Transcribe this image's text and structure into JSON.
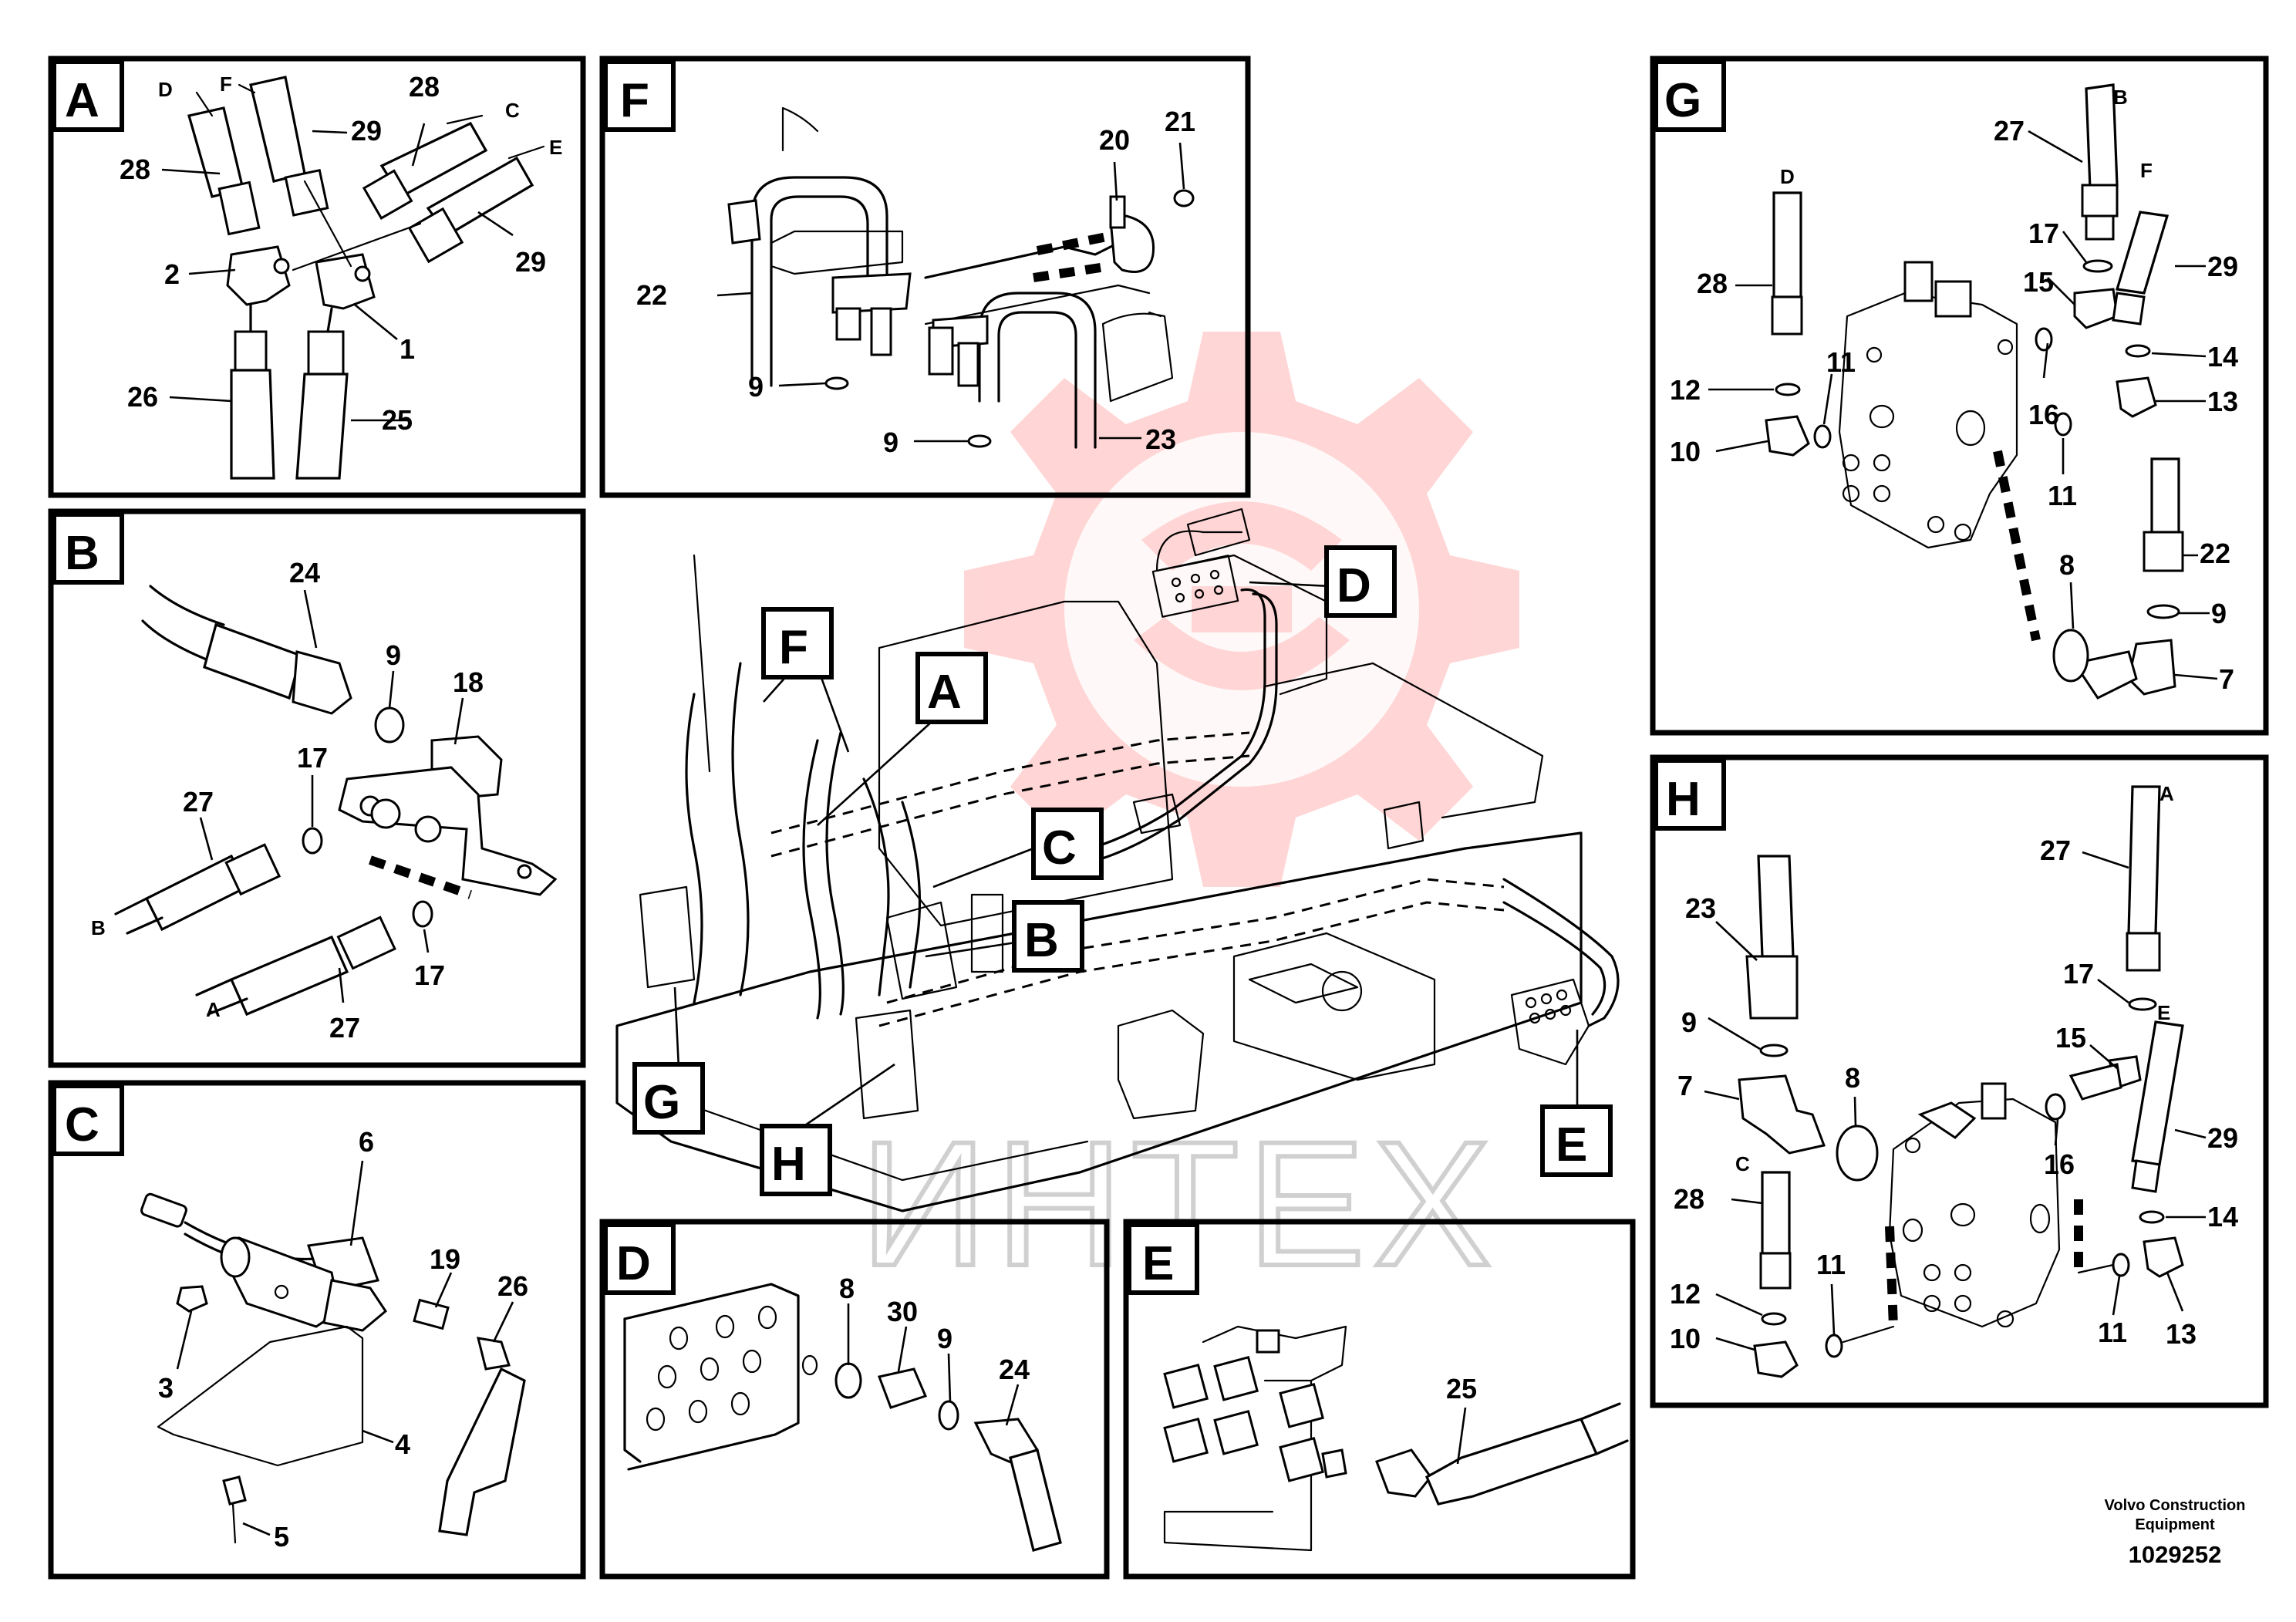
{
  "watermark": {
    "text": "ИНТЕХ",
    "color": "#ff6b6b"
  },
  "footer": {
    "brand_line1": "Volvo Construction",
    "brand_line2": "Equipment",
    "part_number": "1029252"
  },
  "panels": {
    "A": {
      "label": "A",
      "parts": [
        "28",
        "29",
        "28",
        "29",
        "2",
        "1",
        "26",
        "25"
      ],
      "hose_ends": [
        "D",
        "F",
        "C",
        "E"
      ]
    },
    "B": {
      "label": "B",
      "parts": [
        "24",
        "9",
        "18",
        "17",
        "27",
        "17",
        "27"
      ],
      "hose_ends": [
        "B",
        "A"
      ]
    },
    "C": {
      "label": "C",
      "parts": [
        "6",
        "19",
        "26",
        "3",
        "4",
        "5"
      ]
    },
    "D": {
      "label": "D",
      "parts": [
        "8",
        "30",
        "9",
        "24"
      ]
    },
    "E": {
      "label": "E",
      "parts": [
        "25"
      ]
    },
    "F": {
      "label": "F",
      "parts": [
        "20",
        "21",
        "22",
        "9",
        "9",
        "23"
      ]
    },
    "G": {
      "label": "G",
      "parts": [
        "27",
        "17",
        "15",
        "28",
        "11",
        "12",
        "10",
        "16",
        "11",
        "29",
        "14",
        "13",
        "22",
        "8",
        "9",
        "7"
      ],
      "hose_ends": [
        "B",
        "D",
        "F"
      ]
    },
    "H": {
      "label": "H",
      "parts": [
        "23",
        "27",
        "9",
        "7",
        "8",
        "17",
        "15",
        "28",
        "12",
        "10",
        "11",
        "16",
        "11",
        "29",
        "14",
        "13"
      ],
      "hose_ends": [
        "A",
        "C",
        "E"
      ]
    }
  },
  "callouts": [
    "F",
    "A",
    "C",
    "B",
    "D",
    "G",
    "H",
    "E"
  ]
}
